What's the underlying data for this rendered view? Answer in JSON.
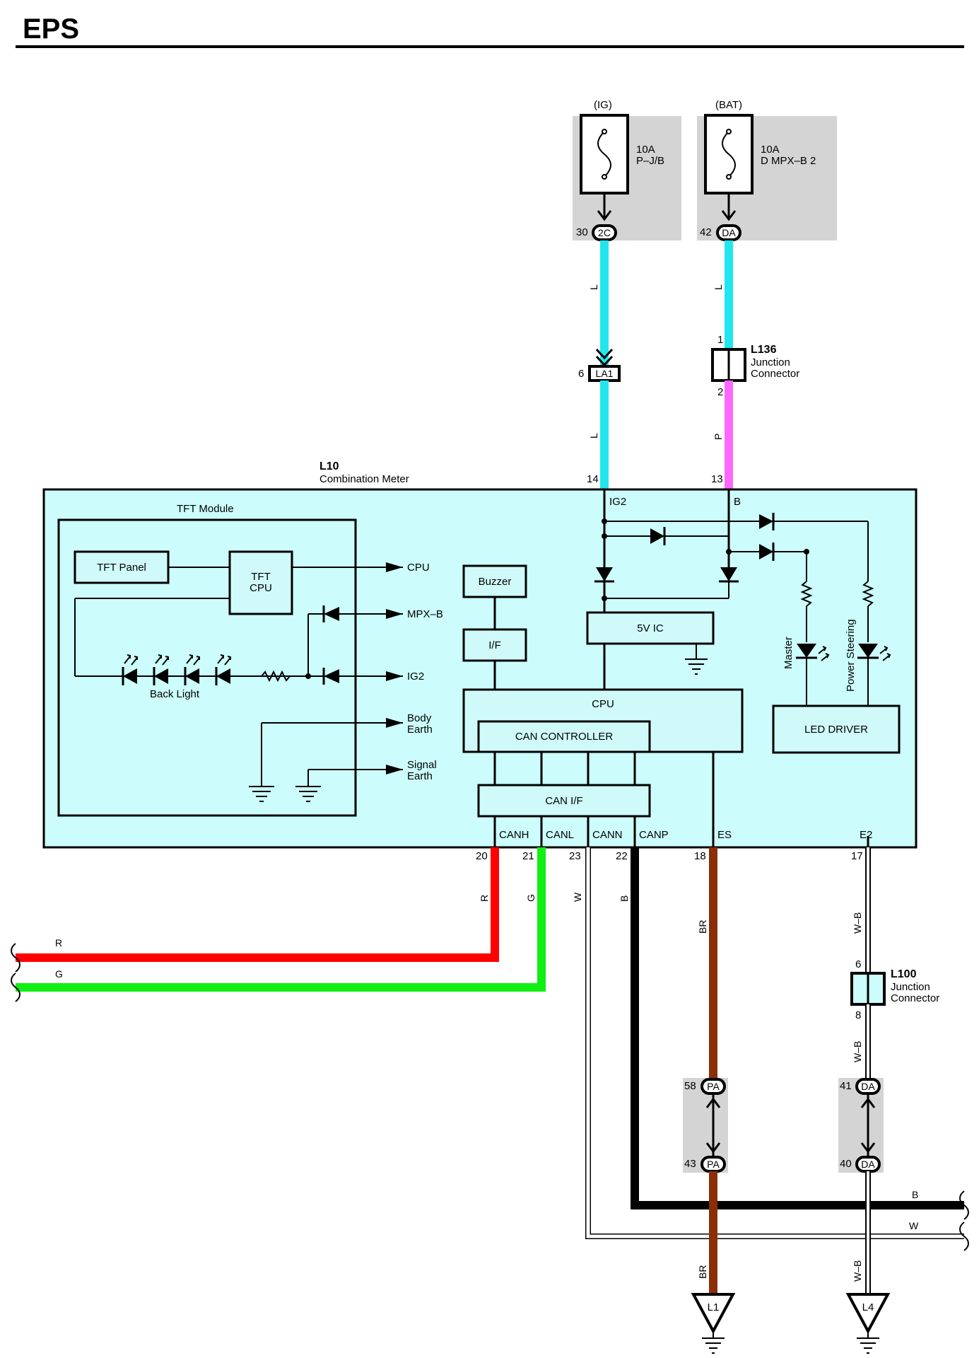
{
  "title": "EPS",
  "colors": {
    "L": "#22e6ee",
    "P": "#ff66ff",
    "R": "#ff0000",
    "G": "#11ee11",
    "B": "#000000",
    "BR": "#8b2e08",
    "W": "#ffffff",
    "meter_fill": "#ccfcfc",
    "shade": "#d4d4d4"
  },
  "power": {
    "ig": {
      "source": "(IG)",
      "fuse": "10A",
      "name": "P–J/B",
      "pin": "30",
      "conn": "2C"
    },
    "bat": {
      "source": "(BAT)",
      "fuse": "10A",
      "name": "D MPX–B 2",
      "pin": "42",
      "conn": "DA"
    }
  },
  "wires": {
    "ig_upper": "L",
    "ig_lower": "L",
    "bat_upper": "L",
    "bat_lower": "P",
    "r": "R",
    "g": "G",
    "w": "W",
    "b": "B",
    "br": "BR",
    "wb": "W–B",
    "r_left": "R",
    "g_left": "G",
    "b_right": "B",
    "w_right": "W",
    "br_bottom": "BR",
    "wb_mid": "W–B",
    "wb_bottom": "W–B"
  },
  "connectors": {
    "la1": {
      "name": "LA1",
      "pin": "6"
    },
    "l136": {
      "id": "L136",
      "line1": "Junction",
      "line2": "Connector",
      "pin_in": "1",
      "pin_out": "2"
    },
    "l100": {
      "id": "L100",
      "line1": "Junction",
      "line2": "Connector",
      "pin_in": "6",
      "pin_out": "8"
    },
    "pa_top": {
      "pin": "58",
      "name": "PA"
    },
    "pa_bot": {
      "pin": "43",
      "name": "PA"
    },
    "da_top": {
      "pin": "41",
      "name": "DA"
    },
    "da_bot": {
      "pin": "40",
      "name": "DA"
    }
  },
  "meter": {
    "id": "L10",
    "name": "Combination Meter",
    "pin_ig2": "14",
    "pin_b": "13",
    "lbl_ig2": "IG2",
    "lbl_b": "B",
    "tft_module": "TFT Module",
    "tft_panel": "TFT Panel",
    "tft_cpu_1": "TFT",
    "tft_cpu_2": "CPU",
    "back_light": "Back Light",
    "arrows": {
      "cpu": "CPU",
      "mpxb": "MPX–B",
      "ig2": "IG2",
      "body_1": "Body",
      "body_2": "Earth",
      "signal_1": "Signal",
      "signal_2": "Earth"
    },
    "buzzer": "Buzzer",
    "if": "I/F",
    "ic5v": "5V IC",
    "cpu": "CPU",
    "can_controller": "CAN CONTROLLER",
    "can_if": "CAN I/F",
    "led_driver": "LED DRIVER",
    "master": "Master",
    "power_steering": "Power Steering",
    "terminals": [
      {
        "name": "CANH",
        "pin": "20"
      },
      {
        "name": "CANL",
        "pin": "21"
      },
      {
        "name": "CANN",
        "pin": "23"
      },
      {
        "name": "CANP",
        "pin": "22"
      },
      {
        "name": "ES",
        "pin": "18"
      },
      {
        "name": "E2",
        "pin": "17"
      }
    ]
  },
  "grounds": {
    "l1": "L1",
    "l4": "L4"
  }
}
